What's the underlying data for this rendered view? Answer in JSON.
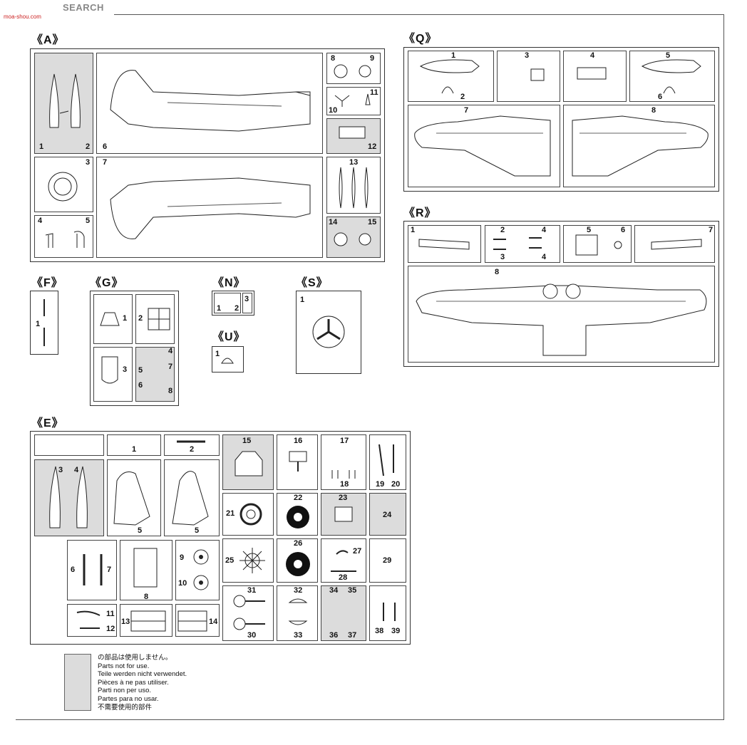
{
  "watermark": {
    "brand": "",
    "word": "SEARCH",
    "url": "moa-shou.com"
  },
  "groups": {
    "A": "《A》",
    "Q": "《Q》",
    "R": "《R》",
    "F": "《F》",
    "G": "《G》",
    "N": "《N》",
    "S": "《S》",
    "U": "《U》",
    "E": "《E》"
  },
  "A": {
    "p1": "1",
    "p2": "2",
    "p3": "3",
    "p4": "4",
    "p5": "5",
    "p6": "6",
    "p7": "7",
    "p8": "8",
    "p9": "9",
    "p10": "10",
    "p11": "11",
    "p12": "12",
    "p13": "13",
    "p14": "14",
    "p15": "15"
  },
  "Q": {
    "p1": "1",
    "p2": "2",
    "p3": "3",
    "p4": "4",
    "p5": "5",
    "p6": "6",
    "p7": "7",
    "p8": "8"
  },
  "R": {
    "p1": "1",
    "p2": "2",
    "p3": "3",
    "p4a": "4",
    "p4b": "4",
    "p5": "5",
    "p6": "6",
    "p7": "7",
    "p8": "8"
  },
  "F": {
    "p1": "1"
  },
  "G": {
    "p1": "1",
    "p2": "2",
    "p3": "3",
    "p4": "4",
    "p5": "5",
    "p6": "6",
    "p7": "7",
    "p8": "8"
  },
  "N": {
    "p1": "1",
    "p2": "2",
    "p3": "3"
  },
  "U": {
    "p1": "1"
  },
  "S": {
    "p1": "1"
  },
  "E": {
    "p1": "1",
    "p2": "2",
    "p3": "3",
    "p4": "4",
    "p5a": "5",
    "p5b": "5",
    "p6": "6",
    "p7": "7",
    "p8": "8",
    "p9": "9",
    "p10": "10",
    "p11": "11",
    "p12": "12",
    "p13": "13",
    "p14": "14",
    "p15": "15",
    "p16": "16",
    "p17": "17",
    "p18": "18",
    "p19": "19",
    "p20": "20",
    "p21": "21",
    "p22": "22",
    "p23": "23",
    "p24": "24",
    "p25": "25",
    "p26": "26",
    "p27": "27",
    "p28": "28",
    "p29": "29",
    "p30": "30",
    "p31": "31",
    "p32": "32",
    "p33": "33",
    "p34": "34",
    "p35": "35",
    "p36": "36",
    "p37": "37",
    "p38": "38",
    "p39": "39"
  },
  "legend": [
    "の部品は使用しません。",
    "Parts not for use.",
    "Teile werden nicht verwendet.",
    "Pièces à ne pas utiliser.",
    "Parti non per uso.",
    "Partes para no usar.",
    "不需要使用的部件"
  ],
  "colors": {
    "unused_parts_fill": "#dcdcdc",
    "line": "#333333"
  }
}
